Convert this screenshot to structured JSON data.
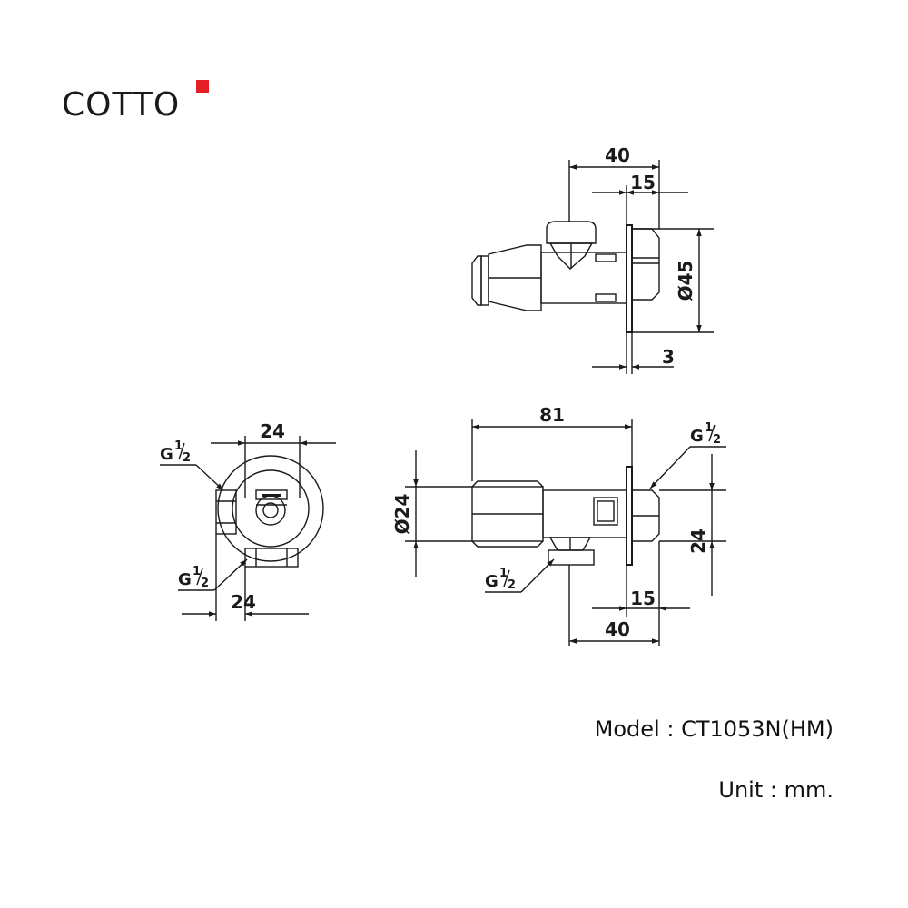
{
  "brand": {
    "name": "COTTO",
    "accent_color": "#e31e24"
  },
  "model": {
    "label": "Model",
    "separator": ":",
    "value": "CT1053N(HM)"
  },
  "unit": {
    "label": "Unit",
    "separator": ":",
    "value": "mm."
  },
  "top_view": {
    "dim_width": "40",
    "dim_flange_offset": "15",
    "dim_diameter": "Ø45",
    "dim_plate_thickness": "3"
  },
  "front_view": {
    "dim_top_width": "24",
    "dim_bottom_width": "24",
    "thread_top_label": "G",
    "thread_bottom_label": "G",
    "thread_fraction_num": "1",
    "thread_fraction_den": "2"
  },
  "side_view": {
    "dim_length": "81",
    "dim_diameter": "Ø24",
    "dim_height": "24",
    "dim_flange_offset": "15",
    "dim_width": "40",
    "thread_right_label": "G",
    "thread_bottom_label": "G",
    "thread_fraction_num": "1",
    "thread_fraction_den": "2"
  }
}
